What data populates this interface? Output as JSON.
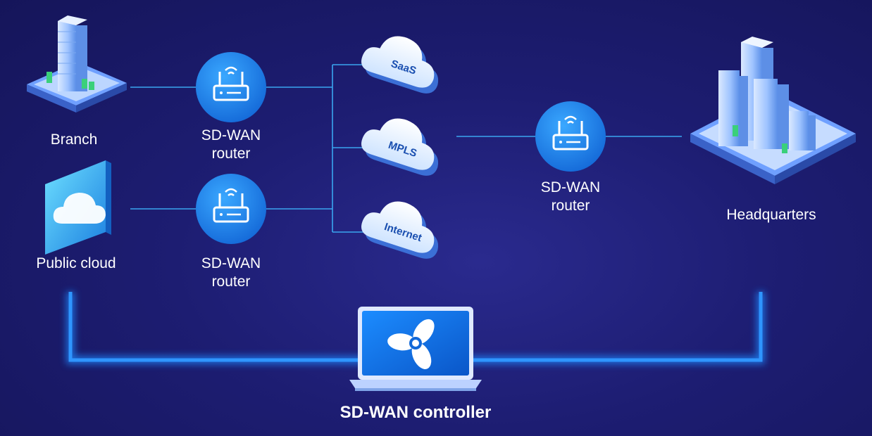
{
  "nodes": {
    "branch": "Branch",
    "public_cloud": "Public cloud",
    "headquarters": "Headquarters",
    "router_top_line1": "SD-WAN",
    "router_top_line2": "router",
    "router_bottom_line1": "SD-WAN",
    "router_bottom_line2": "router",
    "router_hq_line1": "SD-WAN",
    "router_hq_line2": "router",
    "controller": "SD-WAN controller"
  },
  "clouds": {
    "saas": "SaaS",
    "mpls": "MPLS",
    "internet": "Internet"
  },
  "icons": {
    "router": "wifi-router-icon",
    "cloud": "cloud-icon",
    "building": "building-icon",
    "controller": "laptop-fan-logo-icon"
  },
  "colors": {
    "background": "#1d1d72",
    "accent_blue": "#2a8cf0",
    "link_line": "#3aa6f0",
    "controller_bar": "#1f7ef0"
  }
}
